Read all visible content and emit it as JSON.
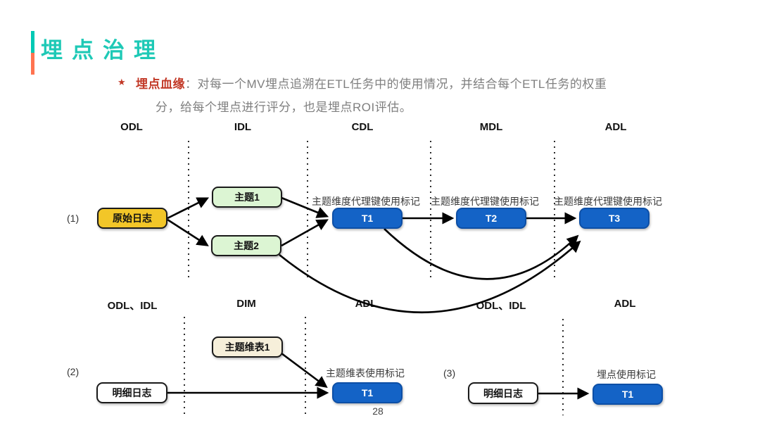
{
  "slide": {
    "title": "埋点治理",
    "page_number": "28",
    "colors": {
      "title_teal": "#1ec9b6",
      "bar_top_teal": "#00c9b4",
      "bar_bottom_orange": "#ff7350",
      "accent_red": "#c23826",
      "body_gray": "#7f7f7f",
      "node_yellow": "#f2c628",
      "node_green": "#dcf5d3",
      "node_beige": "#f6efda",
      "node_blue": "#1463c6",
      "node_white": "#ffffff"
    }
  },
  "bullet": {
    "marker": "★",
    "lead": "埋点血缘",
    "line1_rest": "：对每一个MV埋点追溯在ETL任务中的使用情况，并结合每个ETL任务的权重",
    "line2": "分，给每个埋点进行评分，也是埋点ROI评估。"
  },
  "diagram": {
    "row1": {
      "index_label": "(1)",
      "headers": [
        "ODL",
        "IDL",
        "CDL",
        "MDL",
        "ADL"
      ],
      "nodes": {
        "source": "原始日志",
        "topic1": "主题1",
        "topic2": "主题2",
        "t1": "T1",
        "t2": "T2",
        "t3": "T3"
      },
      "annotations": {
        "t1": "主题维度代理键使用标记",
        "t2": "主题维度代理键使用标记",
        "t3": "主题维度代理键使用标记"
      },
      "edges": [
        "原始日志→主题1",
        "原始日志→主题2",
        "主题1→T1",
        "主题2→T1",
        "T1→T2",
        "T2→T3",
        "T1→T3",
        "主题2→T3"
      ]
    },
    "row2": {
      "index_label": "(2)",
      "headers": [
        "ODL、IDL",
        "DIM",
        "ADL"
      ],
      "nodes": {
        "source": "明细日志",
        "dim": "主题维表1",
        "t1": "T1"
      },
      "annotation": "主题维表使用标记",
      "edges": [
        "明细日志→T1",
        "主题维表1→T1"
      ]
    },
    "row3": {
      "index_label": "(3)",
      "headers": [
        "ODL、IDL",
        "ADL"
      ],
      "nodes": {
        "source": "明细日志",
        "t1": "T1"
      },
      "annotation": "埋点使用标记",
      "edges": [
        "明细日志→T1"
      ]
    }
  }
}
